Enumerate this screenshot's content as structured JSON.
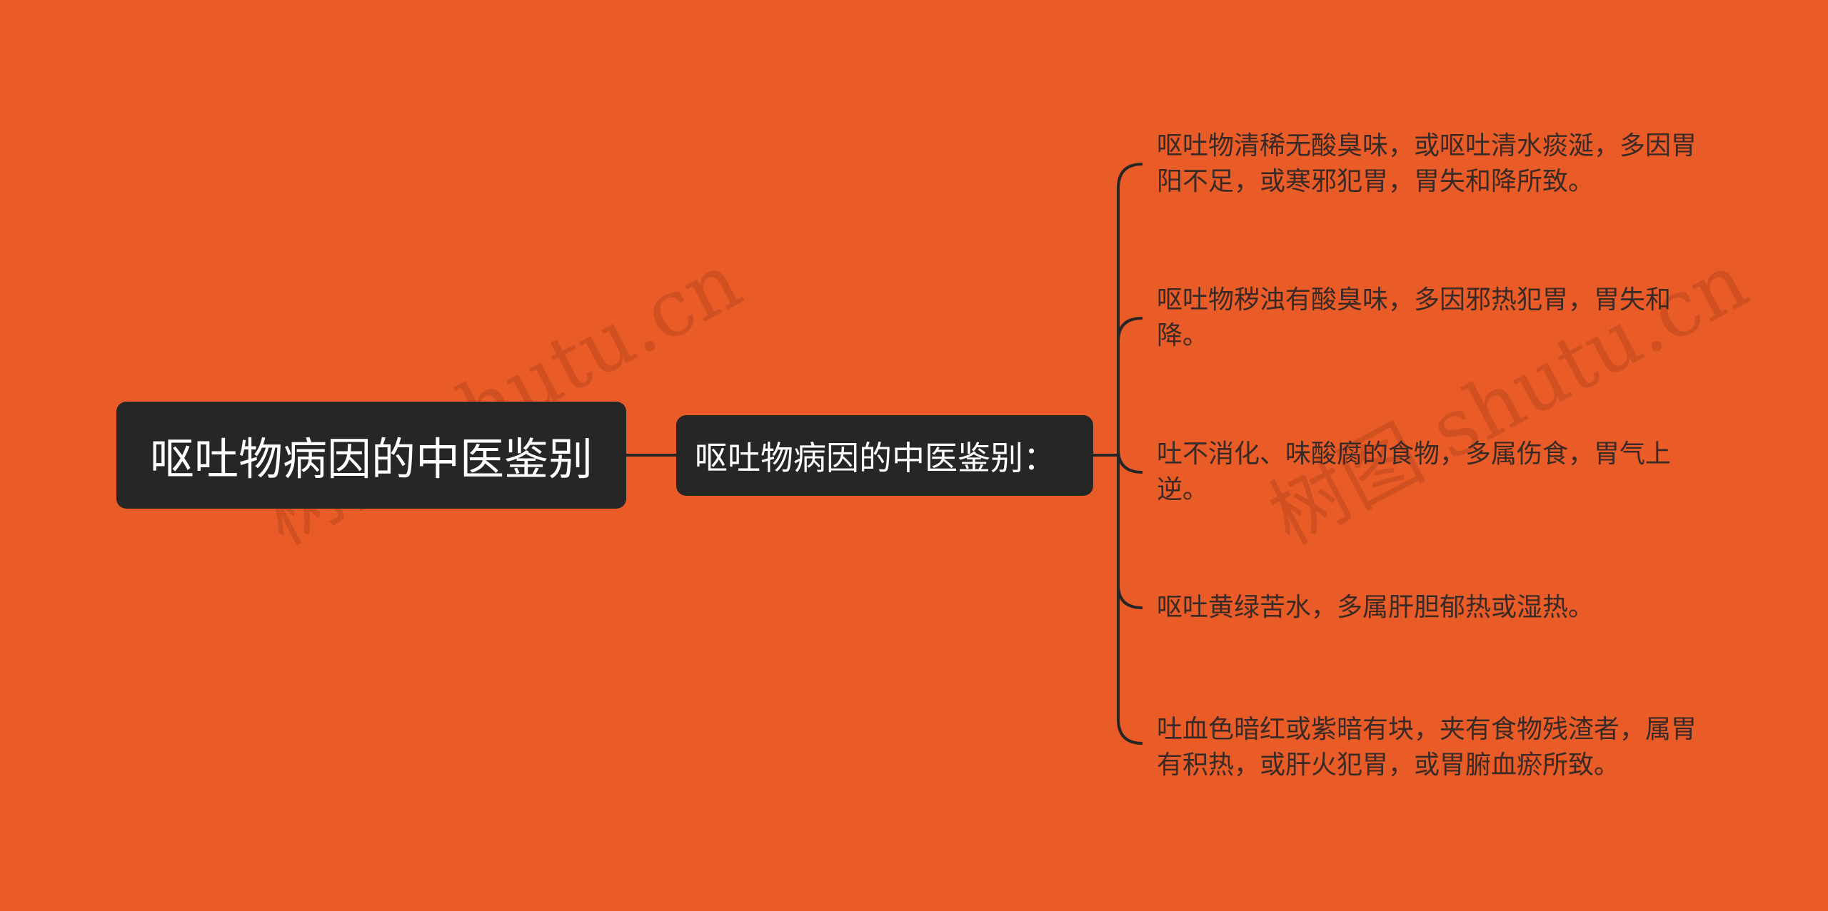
{
  "mindmap": {
    "root_label": "呕吐物病因的中医鉴别",
    "sub_label": "呕吐物病因的中医鉴别：",
    "leaves": [
      "呕吐物清稀无酸臭味，或呕吐清水痰涎，多因胃阳不足，或寒邪犯胃，胃失和降所致。",
      "呕吐物秽浊有酸臭味，多因邪热犯胃，胃失和降。",
      "吐不消化、味酸腐的食物，多属伤食，胃气上逆。",
      "呕吐黄绿苦水，多属肝胆郁热或湿热。",
      "吐血色暗红或紫暗有块，夹有食物残渣者，属胃有积热，或肝火犯胃，或胃腑血瘀所致。"
    ]
  },
  "watermarks": [
    "树图 shutu.cn",
    "树图 shutu.cn"
  ],
  "colors": {
    "background": "#e95c27",
    "node_fill": "#262626",
    "node_text": "#ffffff",
    "leaf_text": "#3a2a26",
    "connector": "#262626"
  }
}
